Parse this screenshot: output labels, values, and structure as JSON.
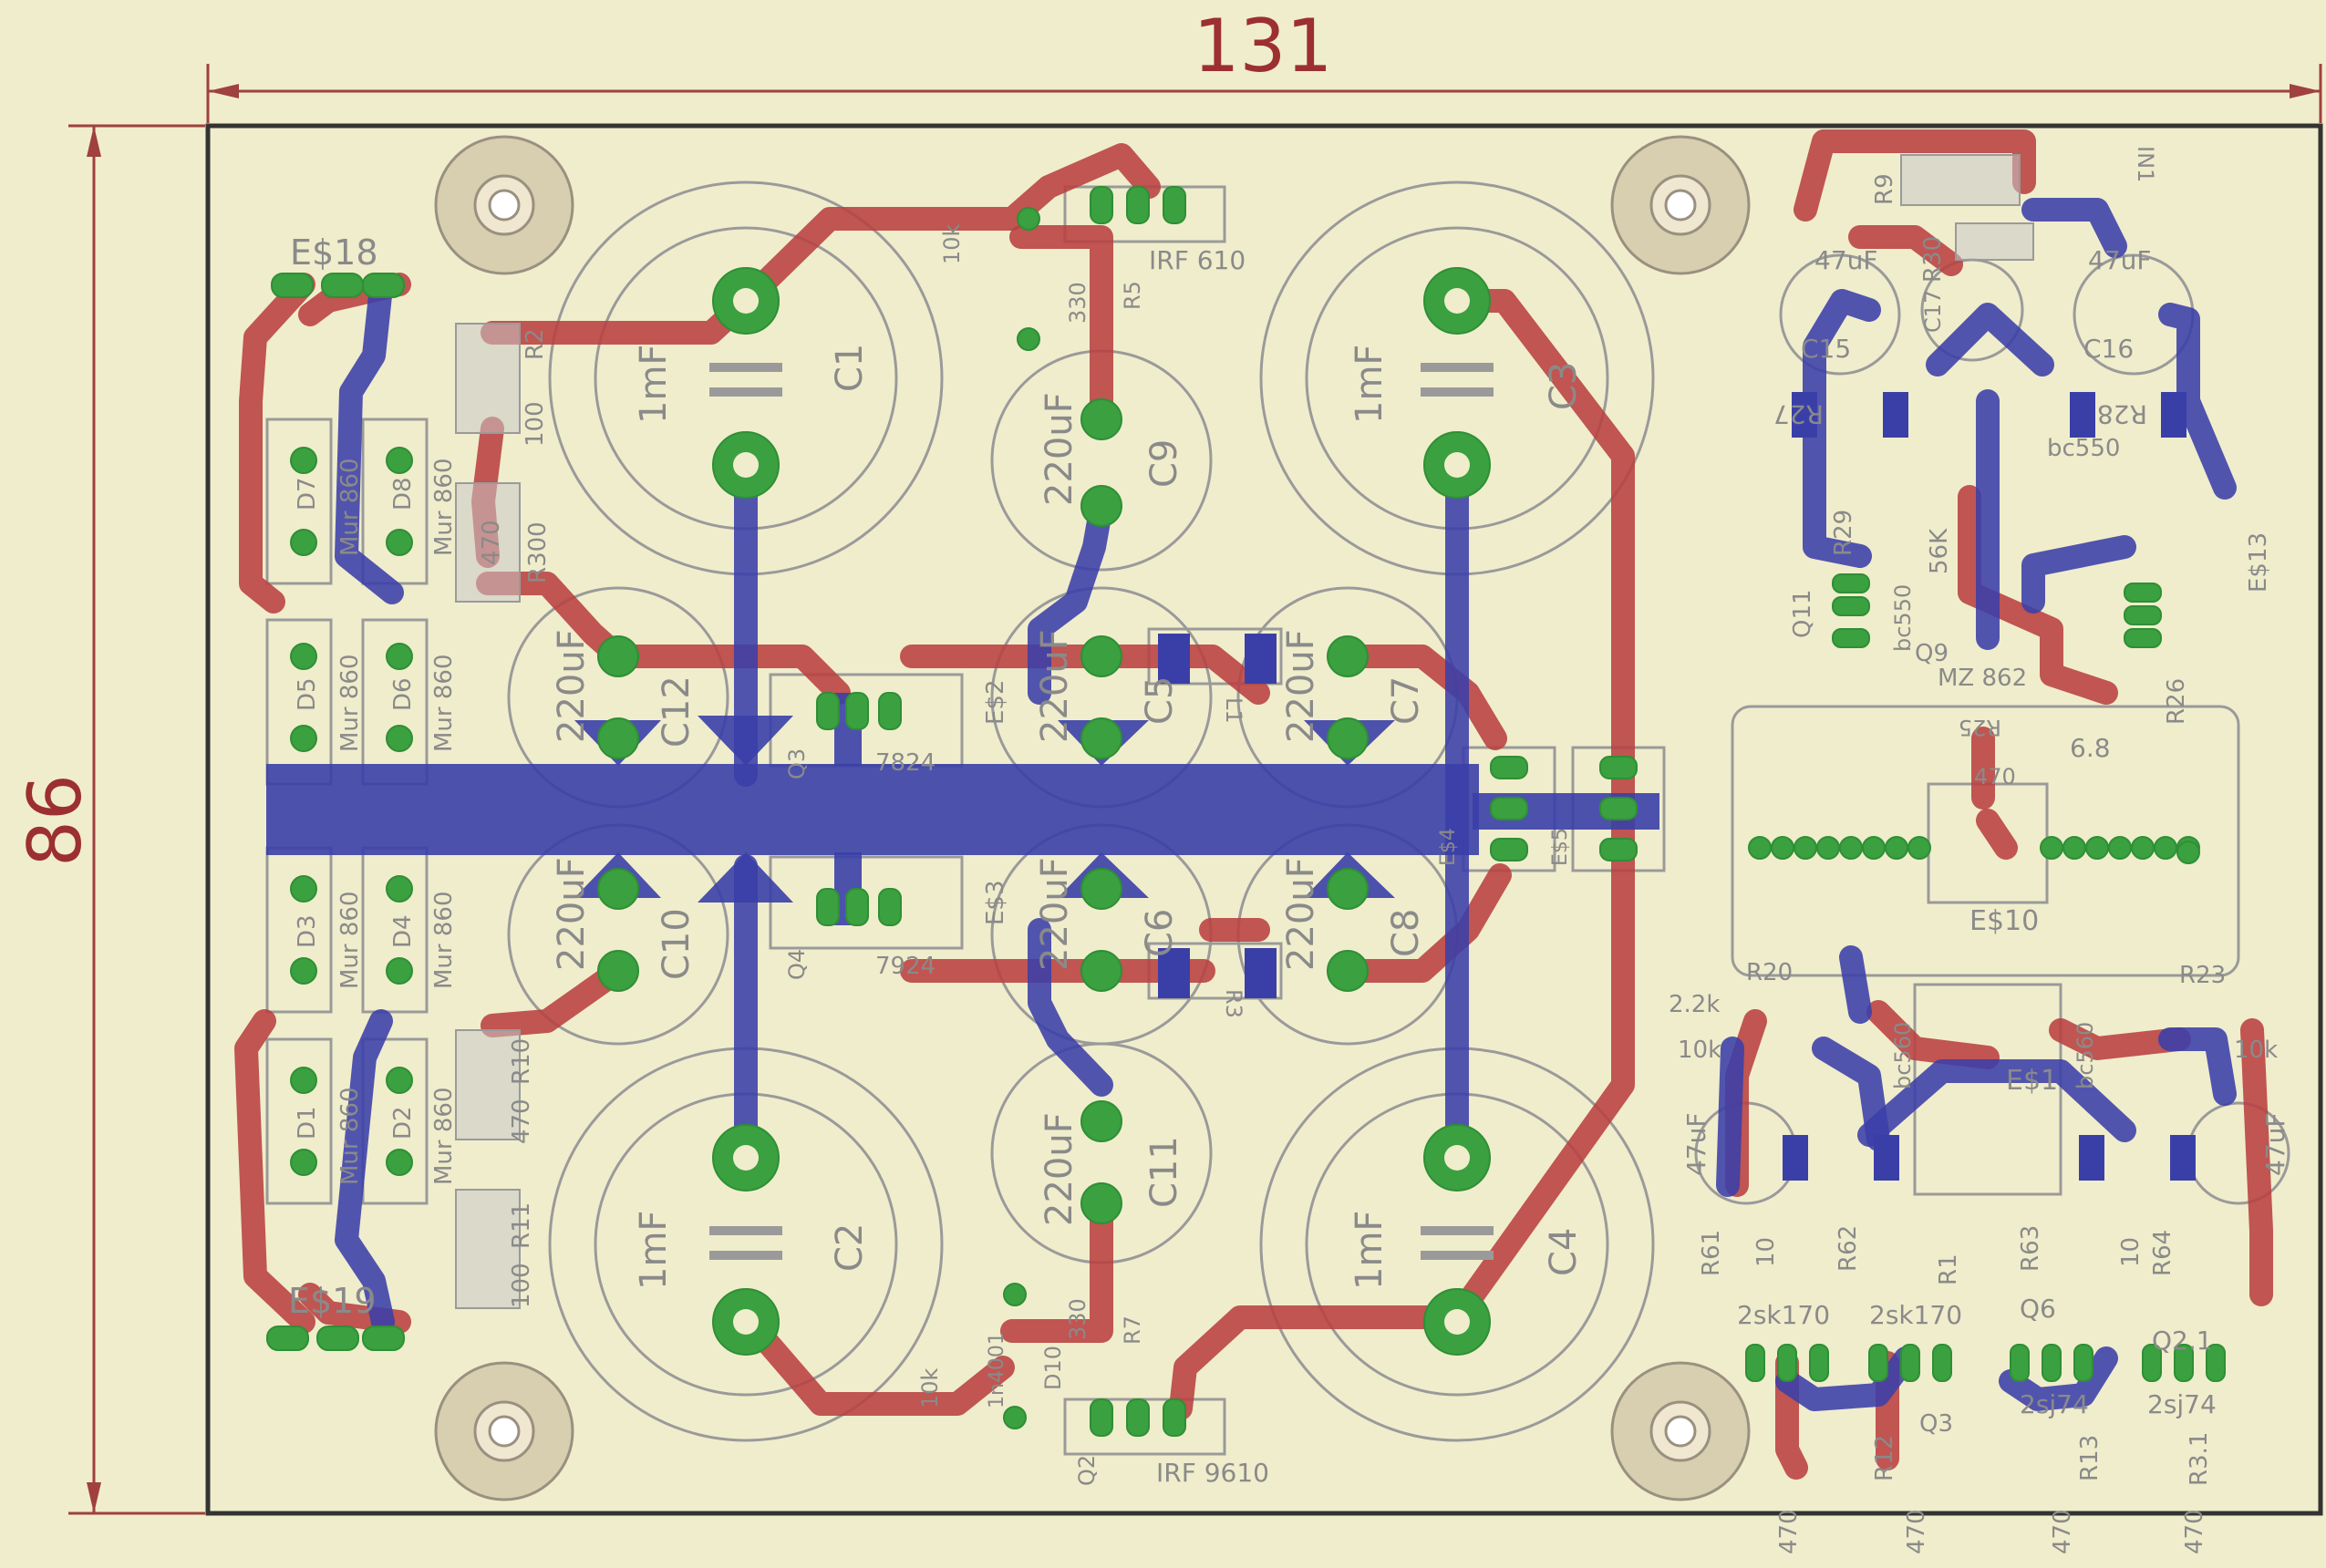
{
  "dimensions": {
    "width_label": "131",
    "height_label": "86"
  },
  "labels": {
    "es18": "E$18",
    "es19": "E$19",
    "c1": "C1",
    "c1v": "1mF",
    "c2": "C2",
    "c2v": "1mF",
    "c3": "C3",
    "c3v": "1mF",
    "c4": "C4",
    "c4v": "1mF",
    "c9": "C9",
    "c9v": "220uF",
    "c11": "C11",
    "c11v": "220uF",
    "c12": "C12",
    "c12v": "220uF",
    "c10": "C10",
    "c10v": "220uF",
    "c5": "C5",
    "c5v": "220uF",
    "c6": "C6",
    "c6v": "220uF",
    "c7": "C7",
    "c7v": "220uF",
    "c8": "C8",
    "c8v": "220uF",
    "d7": "D7",
    "d8": "D8",
    "d5": "D5",
    "d6": "D6",
    "d3": "D3",
    "d4": "D4",
    "d1": "D1",
    "d2": "D2",
    "mur": "Mur 860",
    "r2": "R2",
    "r2v": "100",
    "r300": "R300",
    "r300v": "470",
    "r10": "R10",
    "r10v": "470",
    "r11": "R11",
    "r11v": "100",
    "q3": "Q3",
    "q3v": "7824",
    "q4": "Q4",
    "q4v": "7924",
    "es2": "E$2",
    "es3": "E$3",
    "es4": "E$4",
    "es5": "E$5",
    "l1": "L1",
    "r3": "R3",
    "irf610": "IRF 610",
    "irf9610": "IRF 9610",
    "r5": "R5",
    "r7": "R7",
    "q2": "Q2",
    "d10": "D10",
    "r5v": "330",
    "r7v": "330",
    "k10a": "10k",
    "k10b": "10k",
    "bz": "1n4001",
    "r9": "R9",
    "in1": "IN1",
    "r30": "R30",
    "c15": "C15",
    "c15v": "47uF",
    "c16": "C16",
    "c16v": "47uF",
    "c17": "C17",
    "r27": "R27",
    "r28": "R28",
    "r29": "R29",
    "k56": "56K",
    "q11": "Q11",
    "bc550": "bc550",
    "q9": "Q9",
    "es13": "E$13",
    "r26": "R26",
    "r26v": "6.8",
    "r25": "R25",
    "r25v": "470",
    "es10": "E$10",
    "bc560": "bc560",
    "mz": "MZ 862",
    "r20": "R20",
    "r20v": "2.2k",
    "r23": "R23",
    "k10": "10k",
    "es1": "E$1",
    "c47a": "47uF",
    "c47b": "47uF",
    "r61": "R61",
    "r62": "R62",
    "r63": "R63",
    "r64": "R64",
    "r10b": "10",
    "q6": "Q6",
    "q21": "Q2.1",
    "sk170a": "2sk170",
    "sk170b": "2sk170",
    "sj74a": "2sj74",
    "sj74b": "2sj74",
    "r12": "R12",
    "r13": "R13",
    "r31": "R3.1",
    "v470": "470",
    "q3b": "Q3",
    "r1": "R1"
  }
}
